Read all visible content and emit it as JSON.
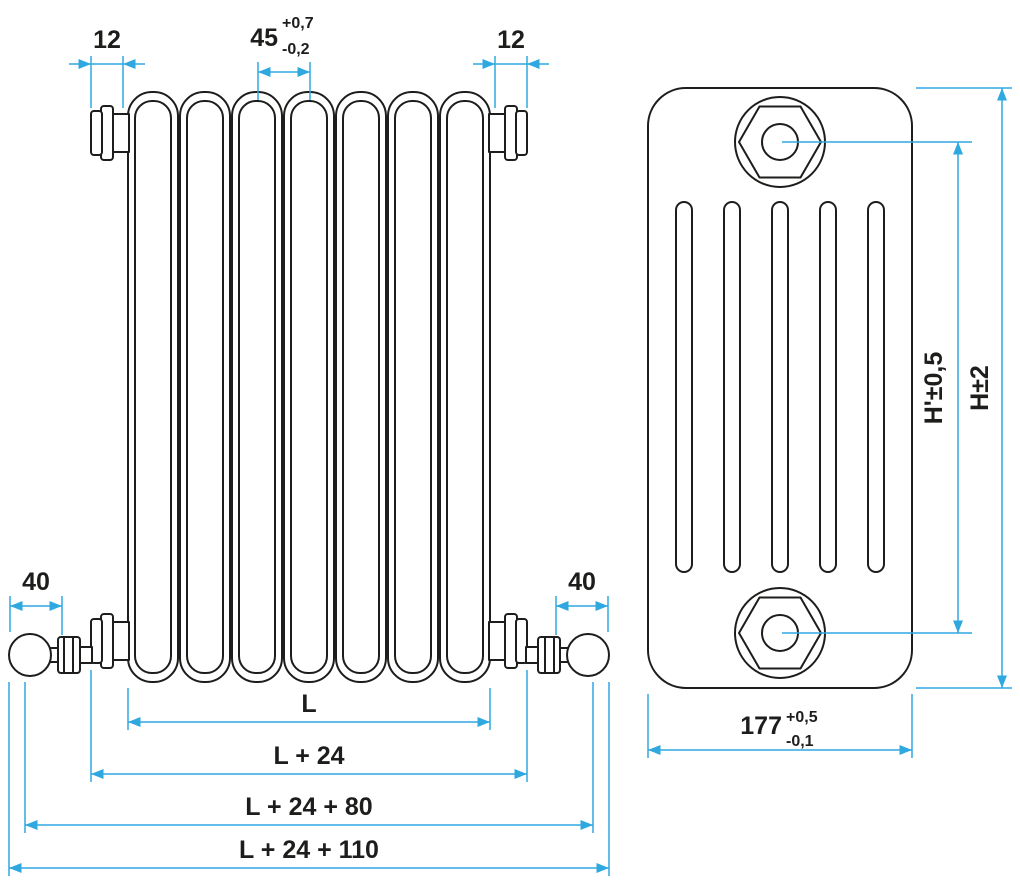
{
  "colors": {
    "line": "#1d1d1b",
    "dimension": "#2fa8e0",
    "background": "#ffffff"
  },
  "front_view": {
    "dim_12_left": "12",
    "dim_12_right": "12",
    "dim_45": {
      "value": "45",
      "tol_plus": "+0,7",
      "tol_minus": "-0,2"
    },
    "dim_40_left": "40",
    "dim_40_right": "40",
    "dim_length": "L",
    "dim_length_24": "L + 24",
    "dim_length_24_80": "L + 24 + 80",
    "dim_length_24_110": "L + 24 + 110"
  },
  "side_view": {
    "dim_height_axis": "H'±0,5",
    "dim_height_overall": "H±2",
    "dim_depth": {
      "value": "177",
      "tol_plus": "+0,5",
      "tol_minus": "-0,1"
    }
  }
}
